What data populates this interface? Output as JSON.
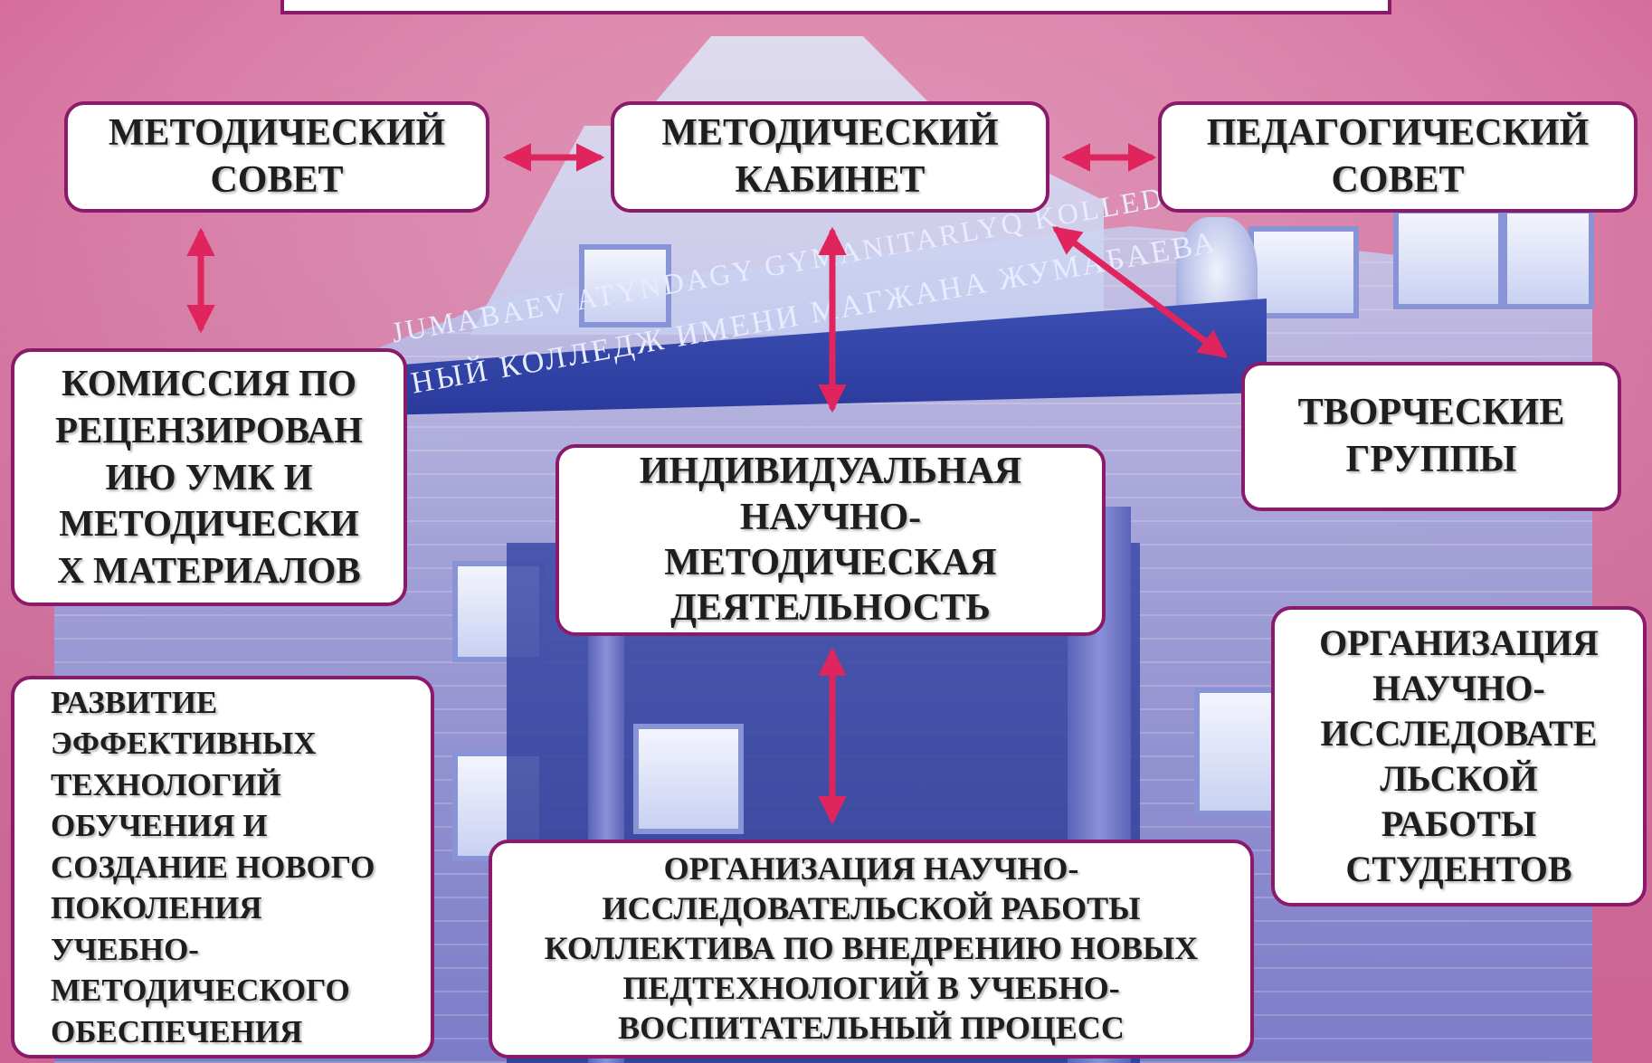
{
  "boxes": {
    "method_council": "МЕТОДИЧЕСКИЙ СОВЕТ",
    "method_cabinet": "МЕТОДИЧЕСКИЙ КАБИНЕТ",
    "ped_council": "ПЕДАГОГИЧЕСКИЙ СОВЕТ",
    "review_commission": "КОМИССИЯ ПО РЕЦЕНЗИРОВАН ИЮ УМК И МЕТОДИЧЕСКИ Х МАТЕРИАЛОВ",
    "creative_groups": "ТВОРЧЕСКИЕ ГРУППЫ",
    "individual_activity": "ИНДИВИДУАЛЬНАЯ НАУЧНО-МЕТОДИЧЕСКАЯ ДЕЯТЕЛЬНОСТЬ",
    "effective_tech": "РАЗВИТИЕ ЭФФЕКТИВНЫХ ТЕХНОЛОГИЙ ОБУЧЕНИЯ И СОЗДАНИЕ НОВОГО ПОКОЛЕНИЯ УЧЕБНО-МЕТОДИЧЕСКОГО ОБЕСПЕЧЕНИЯ",
    "student_research": "ОРГАНИЗАЦИЯ НАУЧНО-ИССЛЕДОВАТЕ ЛЬСКОЙ РАБОТЫ СТУДЕНТОВ",
    "collective_research": "ОРГАНИЗАЦИЯ НАУЧНО-ИССЛЕДОВАТЕЛЬСКОЙ РАБОТЫ КОЛЛЕКТИВА ПО ВНЕДРЕНИЮ НОВЫХ ПЕДТЕХНОЛОГИЙ В УЧЕБНО-ВОСПИТАТЕЛЬНЫЙ ПРОЦЕСС"
  },
  "lines": {
    "review_commission": [
      "КОМИССИЯ ПО",
      "РЕЦЕНЗИРОВАН",
      "ИЮ УМК И",
      "МЕТОДИЧЕСКИ",
      "Х МАТЕРИАЛОВ"
    ],
    "individual_activity": [
      "ИНДИВИДУАЛЬНАЯ",
      "НАУЧНО-",
      "МЕТОДИЧЕСКАЯ",
      "ДЕЯТЕЛЬНОСТЬ"
    ],
    "effective_tech": [
      "РАЗВИТИЕ",
      "ЭФФЕКТИВНЫХ",
      "ТЕХНОЛОГИЙ",
      "ОБУЧЕНИЯ И",
      "СОЗДАНИЕ НОВОГО",
      "ПОКОЛЕНИЯ",
      "УЧЕБНО-",
      "МЕТОДИЧЕСКОГО",
      "ОБЕСПЕЧЕНИЯ"
    ],
    "student_research": [
      "ОРГАНИЗАЦИЯ",
      "НАУЧНО-",
      "ИССЛЕДОВАТЕ",
      "ЛЬСКОЙ",
      "РАБОТЫ",
      "СТУДЕНТОВ"
    ],
    "collective_research": [
      "ОРГАНИЗАЦИЯ НАУЧНО-",
      "ИССЛЕДОВАТЕЛЬСКОЙ РАБОТЫ",
      "КОЛЛЕКТИВА ПО ВНЕДРЕНИЮ НОВЫХ",
      "ПЕДТЕХНОЛОГИЙ В УЧЕБНО-",
      "ВОСПИТАТЕЛЬНЫЙ ПРОЦЕСС"
    ],
    "method_council": [
      "МЕТОДИЧЕСКИЙ",
      "СОВЕТ"
    ],
    "method_cabinet": [
      "МЕТОДИЧЕСКИЙ",
      "КАБИНЕТ"
    ],
    "ped_council": [
      "ПЕДАГОГИЧЕСКИЙ",
      "СОВЕТ"
    ],
    "creative_groups": [
      "ТВОРЧЕСКИЕ",
      "ГРУППЫ"
    ]
  },
  "building_sign": {
    "line1": "JUMABAEV ATYNDAGY GYMANITARLYQ KOLLEDJ",
    "line2": "РНЫЙ КОЛЛЕДЖ ИМЕНИ МАГЖАНА ЖУМАБАЕВА"
  },
  "colors": {
    "box_border": "#8b1a6b",
    "arrow": "#e0245e",
    "background": "#c96a93"
  }
}
